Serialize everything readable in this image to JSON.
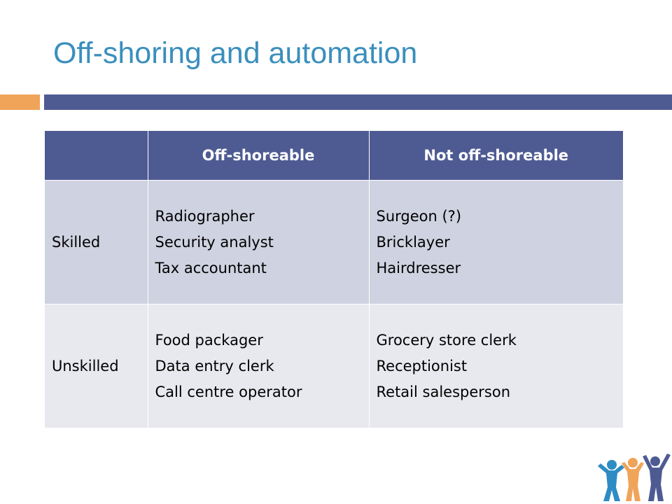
{
  "slide": {
    "title": "Off-shoring and automation"
  },
  "table": {
    "headers": [
      "",
      "Off-shoreable",
      "Not off-shoreable"
    ],
    "rows": [
      {
        "label": "Skilled",
        "offshoreable": [
          "Radiographer",
          "Security analyst",
          "Tax accountant"
        ],
        "not_offshoreable": [
          "Surgeon (?)",
          "Bricklayer",
          "Hairdresser"
        ]
      },
      {
        "label": "Unskilled",
        "offshoreable": [
          "Food packager",
          "Data entry clerk",
          "Call centre operator"
        ],
        "not_offshoreable": [
          "Grocery store clerk",
          "Receptionist",
          "Retail salesperson"
        ]
      }
    ]
  },
  "colors": {
    "title": "#3a8fbd",
    "header_bg": "#4e5b93",
    "accent_orange": "#f0a45a",
    "row_a": "#cfd2e0",
    "row_b": "#e8e9ef",
    "logo_blue": "#2e8cc4",
    "logo_orange": "#f0a45a",
    "logo_navy": "#4e5b93"
  },
  "logo": {
    "icon": "people-group-icon"
  }
}
